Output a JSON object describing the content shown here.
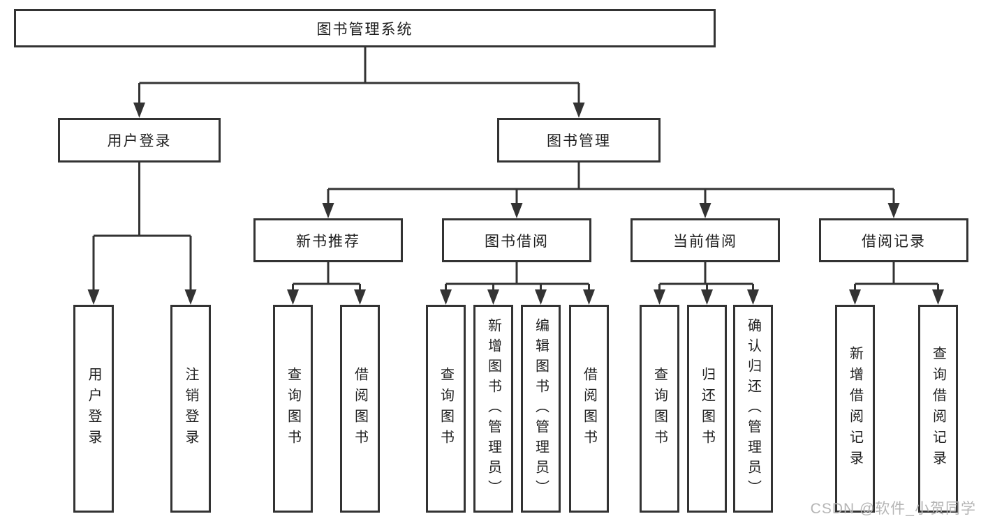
{
  "diagram": {
    "root": "图书管理系统",
    "branches": [
      {
        "label": "用户登录",
        "children": [
          "用户登录",
          "注销登录"
        ]
      },
      {
        "label": "图书管理",
        "groups": [
          {
            "label": "新书推荐",
            "children": [
              "查询图书",
              "借阅图书"
            ]
          },
          {
            "label": "图书借阅",
            "children": [
              "查询图书",
              "新增图书（管理员）",
              "编辑图书（管理员）",
              "借阅图书"
            ]
          },
          {
            "label": "当前借阅",
            "children": [
              "查询图书",
              "归还图书",
              "确认归还（管理员）"
            ]
          },
          {
            "label": "借阅记录",
            "children": [
              "新增借阅记录",
              "查询借阅记录"
            ]
          }
        ]
      }
    ]
  },
  "watermark": "CSDN @软件_小贺同学",
  "colors": {
    "line": "#333333",
    "box_border": "#333333",
    "text": "#1f1f1f",
    "watermark": "#b5b5b5",
    "background": "#ffffff"
  }
}
